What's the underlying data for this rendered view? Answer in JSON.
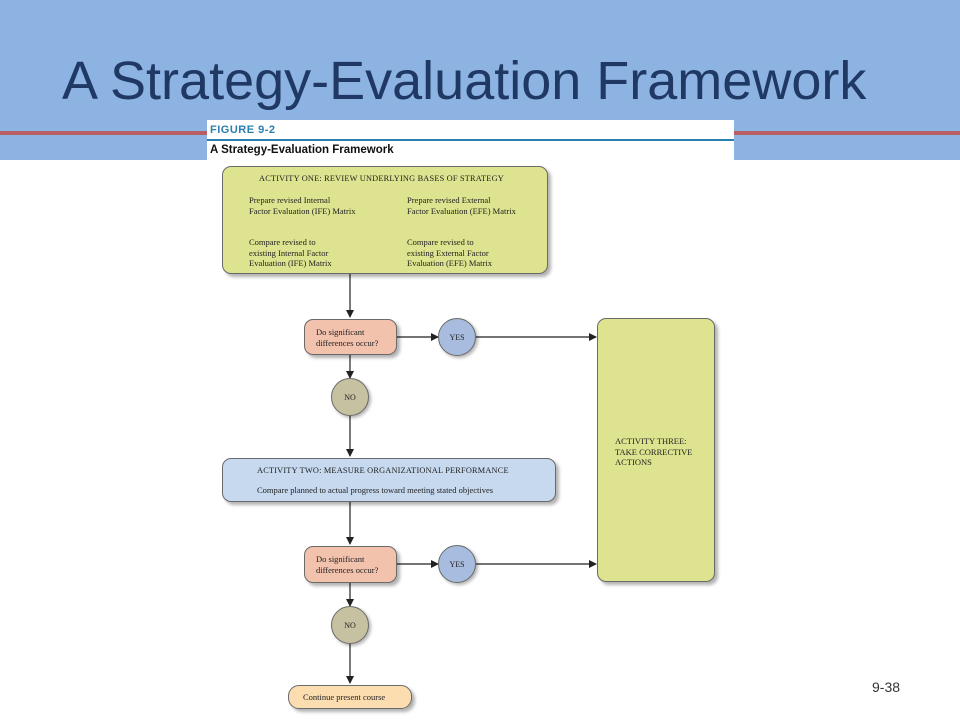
{
  "slide": {
    "title": "A Strategy-Evaluation Framework",
    "number": "9-38"
  },
  "figure": {
    "label": "FIGURE 9-2",
    "caption": "A Strategy-Evaluation Framework"
  },
  "activity_one": {
    "heading": "ACTIVITY ONE: REVIEW UNDERLYING BASES OF STRATEGY",
    "items": [
      [
        "Prepare revised Internal",
        "Factor Evaluation (IFE) Matrix"
      ],
      [
        "Prepare revised External",
        "Factor Evaluation (EFE) Matrix"
      ],
      [
        "Compare revised to",
        "existing Internal Factor",
        "Evaluation (IFE) Matrix"
      ],
      [
        "Compare revised to",
        "existing External Factor",
        "Evaluation (EFE) Matrix"
      ]
    ]
  },
  "decision_1": {
    "lines": [
      "Do significant",
      "differences occur?"
    ]
  },
  "yes_1": "YES",
  "no_1": "NO",
  "activity_two": {
    "heading": "ACTIVITY TWO: MEASURE ORGANIZATIONAL PERFORMANCE",
    "text": "Compare planned to actual progress toward meeting stated objectives"
  },
  "decision_2": {
    "lines": [
      "Do significant",
      "differences occur?"
    ]
  },
  "yes_2": "YES",
  "no_2": "NO",
  "activity_three": {
    "lines": [
      "ACTIVITY THREE:",
      "TAKE CORRECTIVE",
      "ACTIONS"
    ]
  },
  "end": "Continue present course",
  "colors": {
    "header_band": "#8db3e2",
    "title_text": "#1f3864",
    "activity_green": "#dde38e",
    "activity_blue": "#c6d9ef",
    "decision_pink": "#f3c2ad",
    "yes_circle": "#a8bce0",
    "no_circle": "#c6c2a1",
    "end_box": "#fbddb0"
  }
}
